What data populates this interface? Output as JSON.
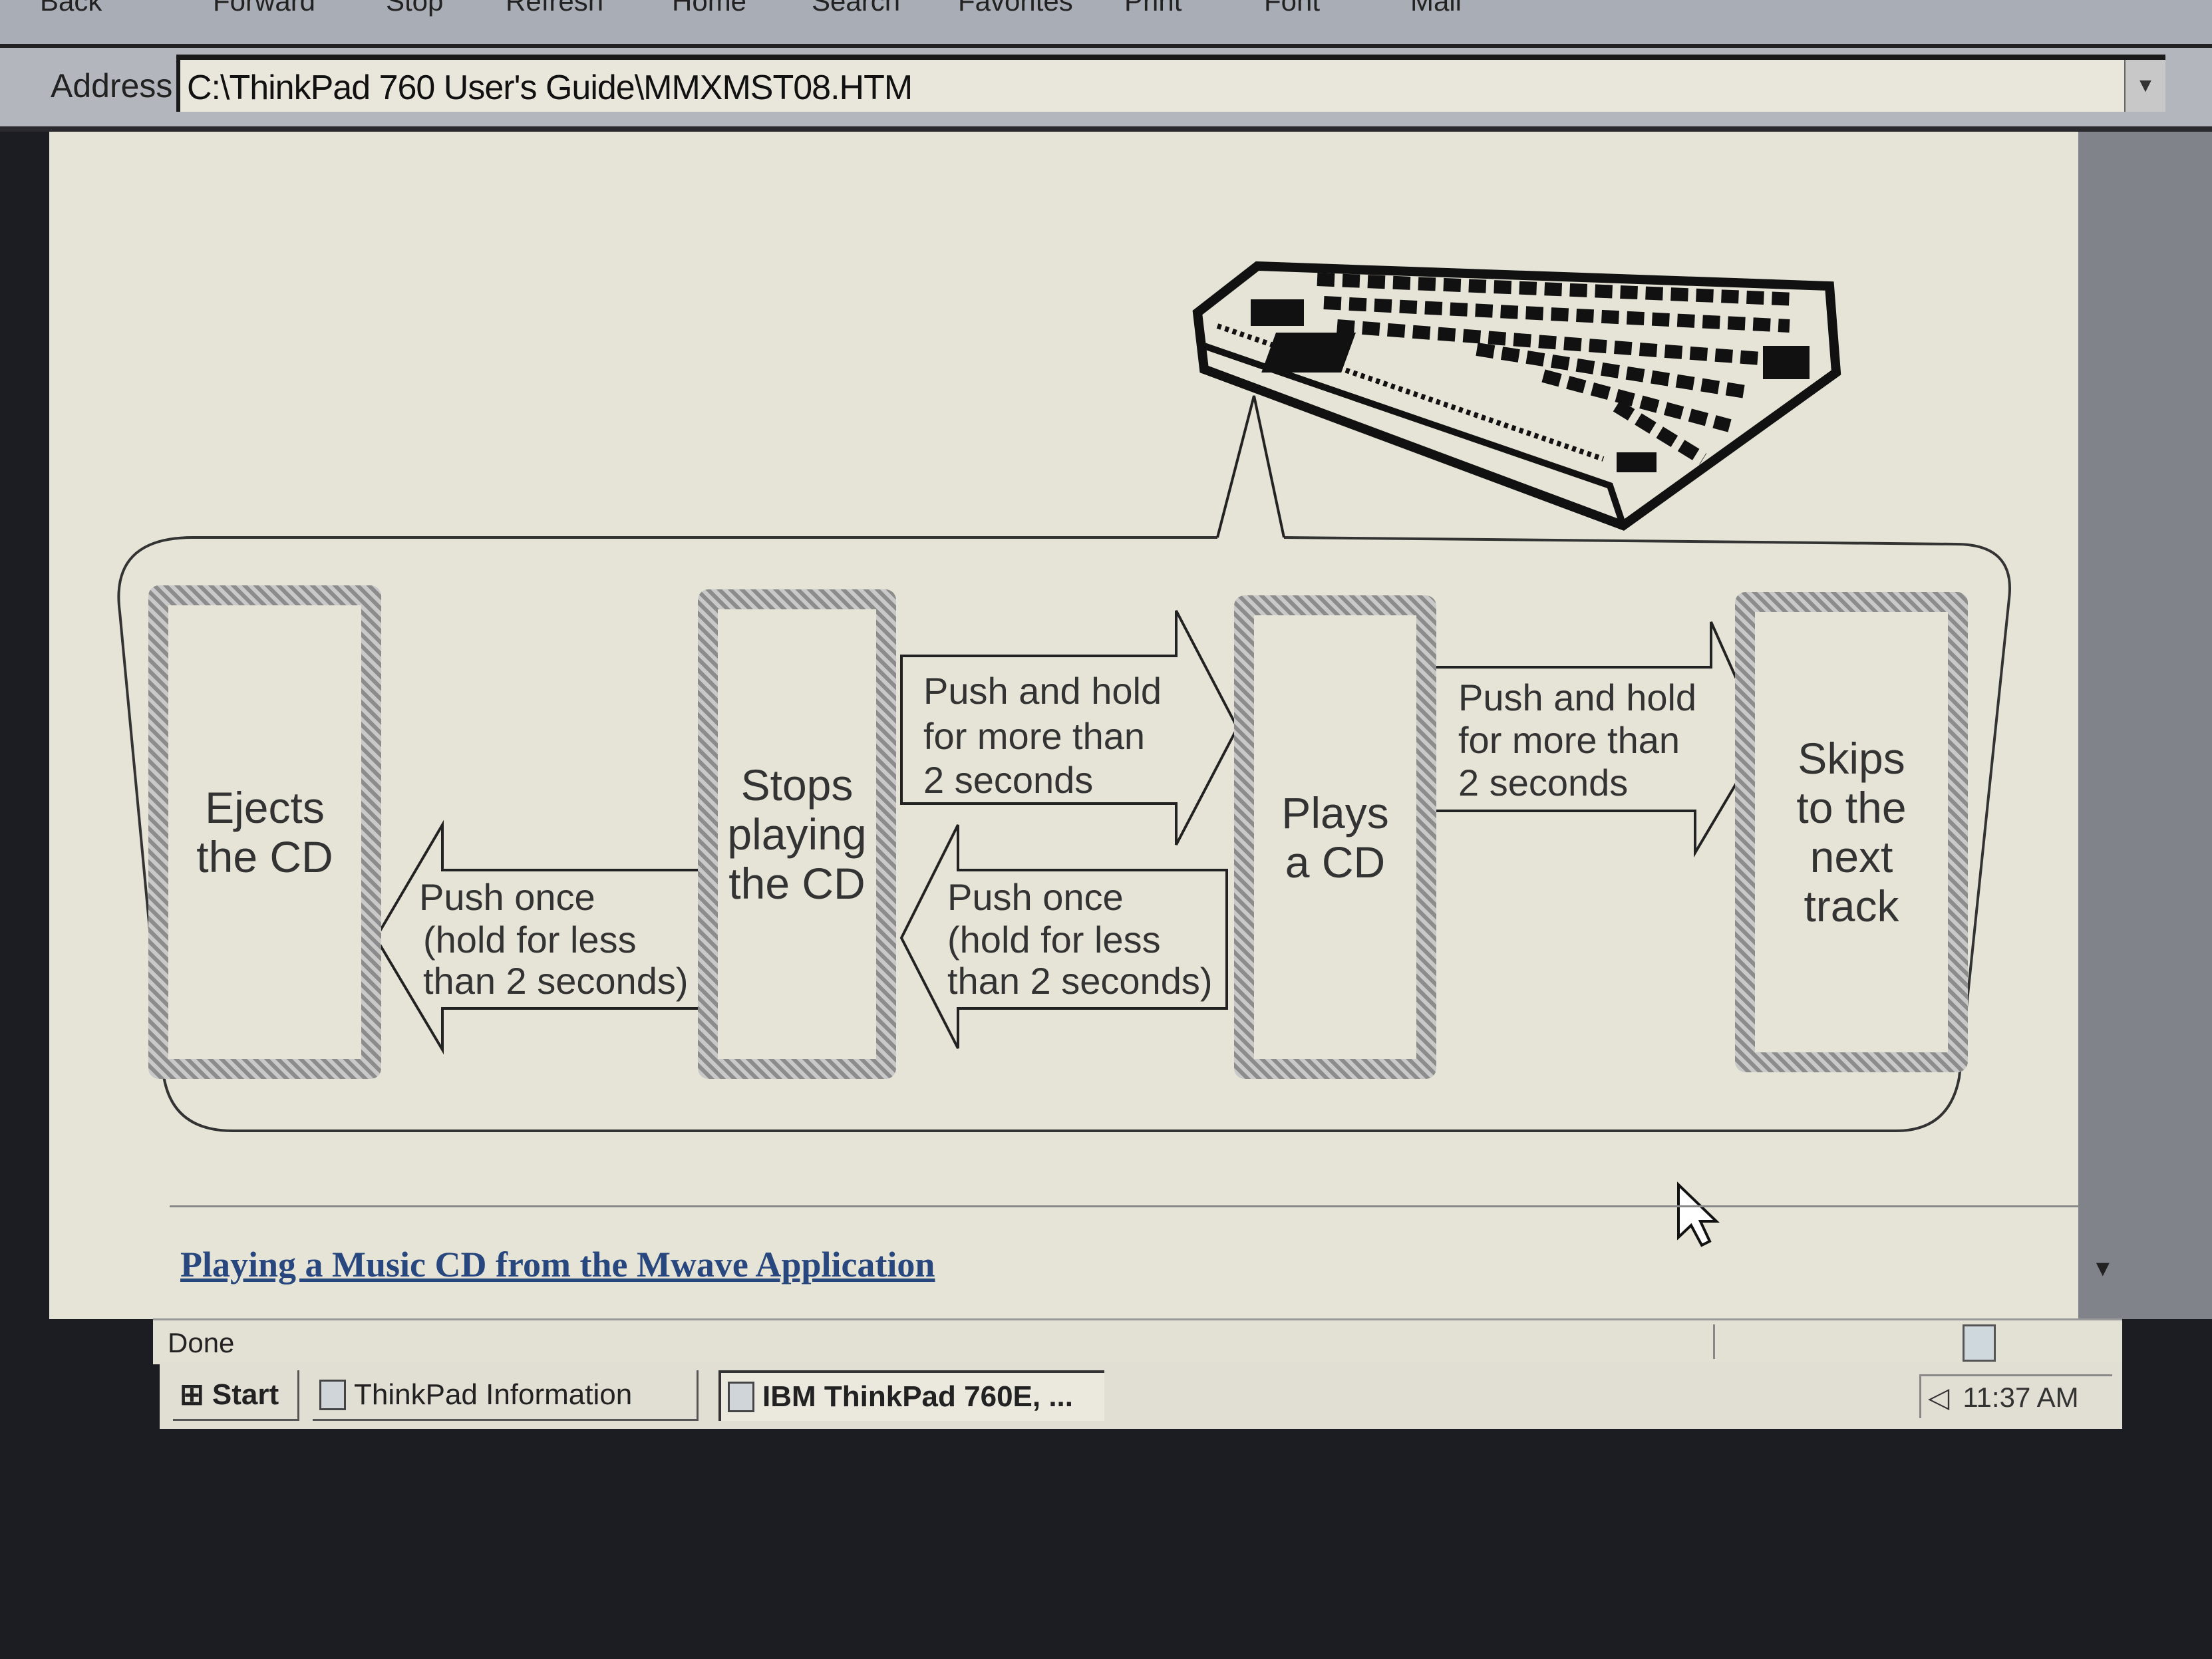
{
  "toolbar": {
    "buttons": [
      "Back",
      "Forward",
      "Stop",
      "Refresh",
      "Home",
      "Search",
      "Favorites",
      "Print",
      "Font",
      "Mail"
    ]
  },
  "address": {
    "label": "Address",
    "value": "C:\\ThinkPad 760 User's Guide\\MMXMST08.HTM"
  },
  "diagram": {
    "boxes": [
      {
        "lines": [
          "Ejects",
          "the CD"
        ]
      },
      {
        "lines": [
          "Stops",
          "playing",
          "the CD"
        ]
      },
      {
        "lines": [
          "Plays",
          "a CD"
        ]
      },
      {
        "lines": [
          "Skips",
          "to the",
          "next",
          "track"
        ]
      }
    ],
    "arrows": {
      "hold_to_play": [
        "Push and hold",
        "for more than",
        "2 seconds"
      ],
      "hold_to_skip": [
        "Push and hold",
        "for more than",
        "2 seconds"
      ],
      "once_to_stop": [
        "Push once",
        "(hold for less",
        "than 2 seconds)"
      ],
      "once_to_eject": [
        "Push once",
        "(hold for less",
        "than 2 seconds)"
      ]
    }
  },
  "link": {
    "label": "Playing a Music CD from the Mwave Application"
  },
  "status": {
    "text": "Done"
  },
  "taskbar": {
    "start": "Start",
    "tasks": [
      "ThinkPad Information",
      "IBM ThinkPad 760E, ..."
    ],
    "clock": "11:37 AM"
  }
}
